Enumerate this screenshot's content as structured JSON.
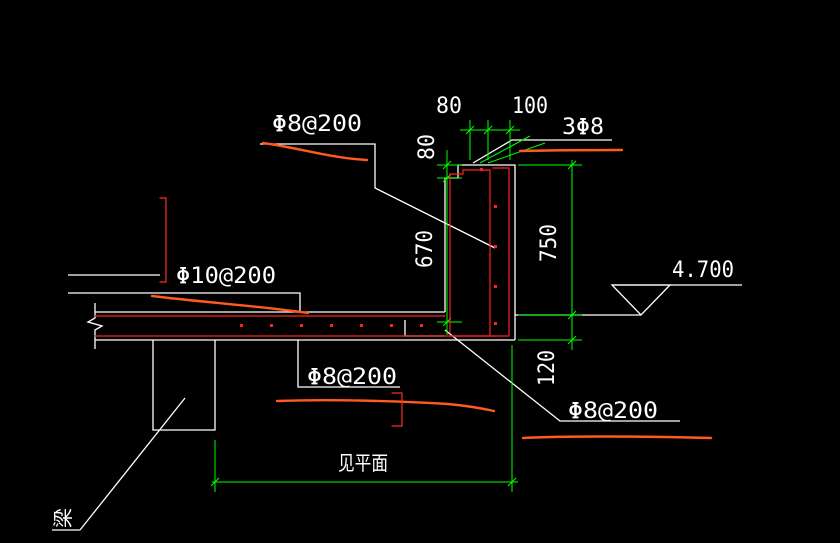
{
  "colors": {
    "background": "#000000",
    "outline": "#ffffff",
    "dimension": "#00ff00",
    "rebar": "#ff5a1f",
    "rebar_dot": "#ff2020",
    "marker": "#ff2a2a"
  },
  "labels": {
    "rebar_top": "Φ8@200",
    "rebar_main": "Φ10@200",
    "rebar_bottom": "Φ8@200",
    "rebar_right": "Φ8@200",
    "rebar_corner": "3Φ8",
    "elevation": "4.700",
    "see_plan": "见平面",
    "beam": "梁"
  },
  "dimensions": {
    "d80_top": "80",
    "d100_top": "100",
    "d80_side": "80",
    "d670": "670",
    "d750": "750",
    "d120": "120"
  }
}
